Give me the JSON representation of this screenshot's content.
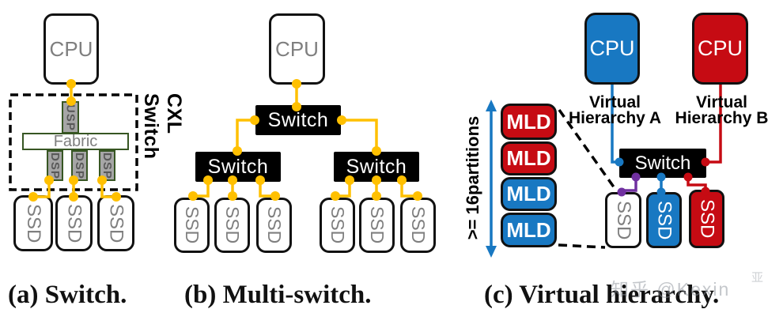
{
  "colors": {
    "connector_yellow": "#FFC000",
    "port_green_border": "#375623",
    "port_gray_fill": "#A6A6A6",
    "gray_text": "#7F7F7F",
    "dark_gray_text": "#595959",
    "hierarchy_blue": "#1878C2",
    "hierarchy_red": "#C60B13",
    "purple_link": "#7030A0",
    "switch_black": "#000000"
  },
  "panel_a": {
    "caption": "(a) Switch.",
    "cpu": "CPU",
    "cxl_switch_label": "CXL Switch",
    "usp": "USP",
    "fabric": "Fabric",
    "dsp": [
      "DSP",
      "DSP",
      "DSP"
    ],
    "ssds": [
      "SSD",
      "SSD",
      "SSD"
    ]
  },
  "panel_b": {
    "caption": "(b) Multi-switch.",
    "cpu": "CPU",
    "switches": [
      "Switch",
      "Switch",
      "Switch"
    ],
    "ssds": [
      "SSD",
      "SSD",
      "SSD",
      "SSD",
      "SSD",
      "SSD"
    ]
  },
  "panel_c": {
    "caption": "(c) Virtual hierarchy.",
    "cpu_a": "CPU",
    "cpu_b": "CPU",
    "hierarchy_a": [
      "Virtual",
      "Hierarchy A"
    ],
    "hierarchy_b": [
      "Virtual",
      "Hierarchy B"
    ],
    "partitions_label": ">= 16partitions",
    "switch_label": "Switch",
    "mlds": [
      {
        "label": "MLD",
        "color": "red"
      },
      {
        "label": "MLD",
        "color": "red"
      },
      {
        "label": "MLD",
        "color": "blue"
      },
      {
        "label": "MLD",
        "color": "blue"
      }
    ],
    "ssds": [
      {
        "label": "SSD",
        "variant": "white"
      },
      {
        "label": "SSD",
        "variant": "blue"
      },
      {
        "label": "SSD",
        "variant": "red"
      }
    ]
  },
  "watermark": {
    "text": "知乎 @Kexin",
    "mark": "亚"
  }
}
